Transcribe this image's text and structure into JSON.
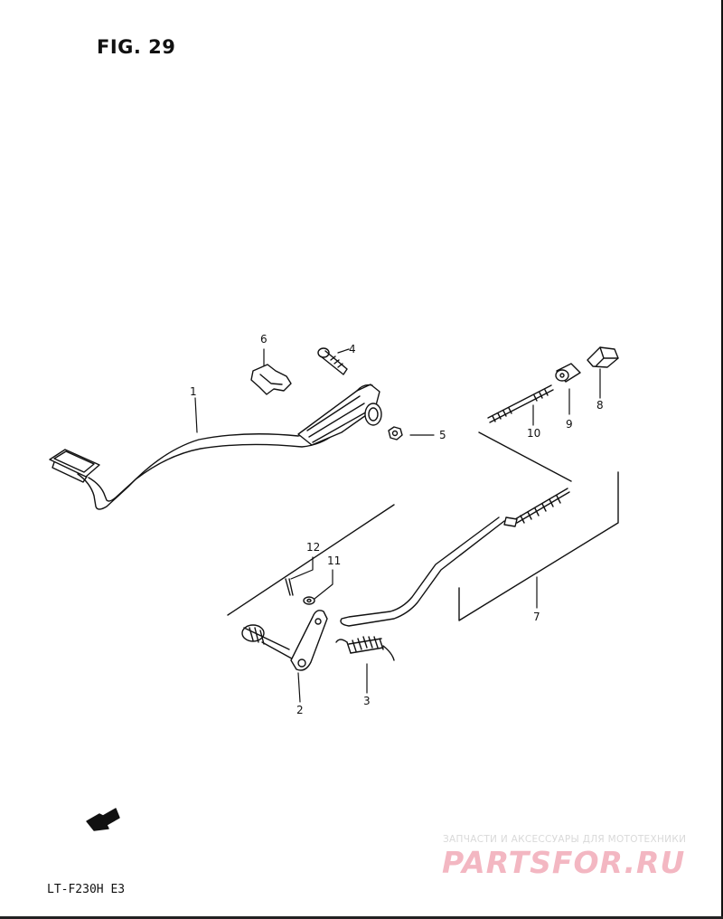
{
  "figure": {
    "title": "FIG. 29"
  },
  "model_code": "LT-F230H  E3",
  "fwd_label": "FWD",
  "callouts": [
    {
      "id": "1",
      "label": "1"
    },
    {
      "id": "2",
      "label": "2"
    },
    {
      "id": "3",
      "label": "3"
    },
    {
      "id": "4",
      "label": "4"
    },
    {
      "id": "5",
      "label": "5"
    },
    {
      "id": "6",
      "label": "6"
    },
    {
      "id": "7",
      "label": "7"
    },
    {
      "id": "8",
      "label": "8"
    },
    {
      "id": "9",
      "label": "9"
    },
    {
      "id": "10",
      "label": "10"
    },
    {
      "id": "11",
      "label": "11"
    },
    {
      "id": "12",
      "label": "12"
    }
  ],
  "watermark": {
    "tagline": "ЗАПЧАСТИ И АКСЕССУАРЫ ДЛЯ МОТОТЕХНИКИ",
    "brand": "PARTSFOR.RU",
    "color": "#f3b7c2"
  },
  "colors": {
    "line": "#111111",
    "background": "#ffffff"
  }
}
